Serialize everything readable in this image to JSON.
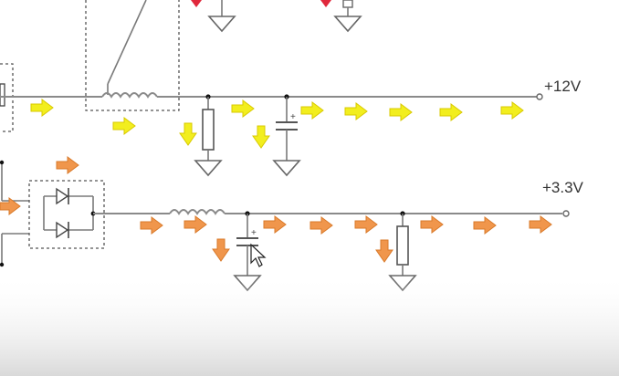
{
  "rails": {
    "v12": {
      "label": "+12V"
    },
    "v33": {
      "label": "+3.3V"
    }
  },
  "colors": {
    "background": "#ffffff",
    "fade_bottom": "#d9d9d9",
    "wire": "#8a8a8a",
    "arrow_12v": "#f2ee1e",
    "arrow_12v_stroke": "#d8c900",
    "arrow_33v": "#f0964c",
    "arrow_33v_stroke": "#d97a2a",
    "arrow_red": "#e0283c",
    "dashed_box": "#555555"
  },
  "icons": {
    "arrow": "block-arrow",
    "ground": "ground-symbol",
    "cursor": "mouse-pointer"
  }
}
